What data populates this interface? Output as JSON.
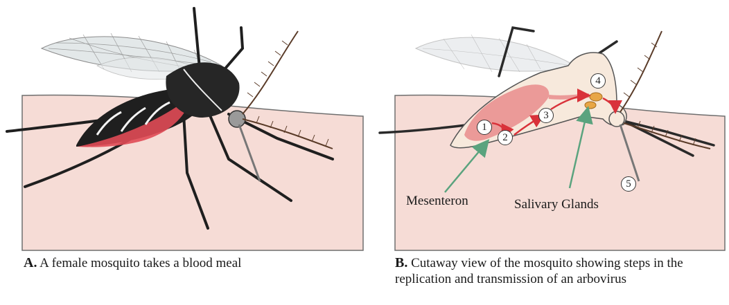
{
  "panel_a": {
    "letter": "A.",
    "caption": "A female mosquito takes a blood meal"
  },
  "panel_b": {
    "letter": "B.",
    "caption": "Cutaway view of the mosquito showing steps in the replication and transmission of an arbovirus",
    "labels": {
      "mesenteron": "Mesenteron",
      "salivary_glands": "Salivary Glands"
    },
    "steps": [
      "1",
      "2",
      "3",
      "4",
      "5"
    ]
  },
  "colors": {
    "skin": "#f6dcd6",
    "skin_edge": "#6e6e6e",
    "body_dark": "#1f1f1f",
    "blood": "#e04a55",
    "cutaway_fill": "#f7e9dc",
    "gut_fill": "#eb9a98",
    "arrow_red": "#d9323a",
    "pointer_green": "#5aa37e",
    "gland": "#e8a646"
  }
}
